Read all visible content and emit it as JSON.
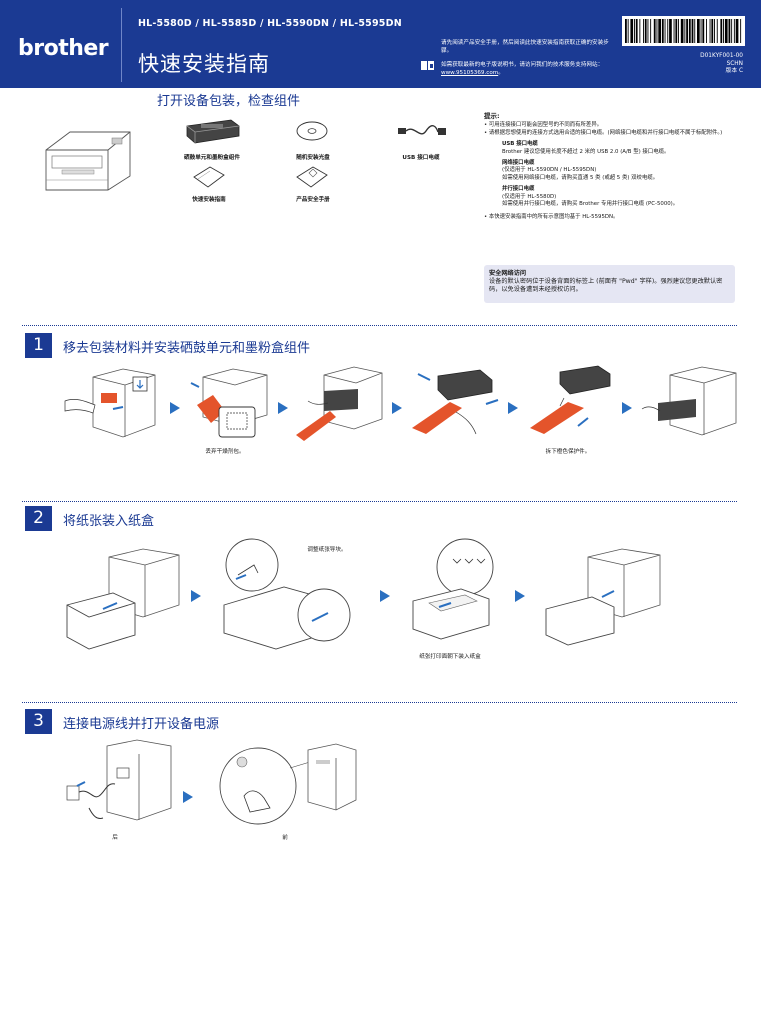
{
  "header": {
    "logo": "brother",
    "models": "HL-5580D / HL-5585D / HL-5590DN / HL-5595DN",
    "title": "快速安装指南",
    "note_safety": "请先阅读产品安全手册，然后阅读此快速安装指南获取正确的安装步骤。",
    "note_online_prefix": "如需获取最新的电子版说明书，请访问我们的技术服务支持网站：",
    "note_online_url": "www.95105369.com",
    "note_online_suffix": "。",
    "doc_code": "D01KYF001-00",
    "doc_lang": "SCHN",
    "doc_version": "版本 C",
    "book_icon": "book-icon"
  },
  "unpack": {
    "title": "打开设备包装，检查组件",
    "components": [
      {
        "label": "硒鼓单元和墨粉盒组件",
        "icon": "drum-toner-icon"
      },
      {
        "label": "随机安装光盘",
        "icon": "cd-icon"
      },
      {
        "label": "USB 接口电缆",
        "icon": "usb-cable-icon"
      },
      {
        "label": "快速安装指南",
        "icon": "guide-icon"
      },
      {
        "label": "产品安全手册",
        "icon": "safety-manual-icon"
      }
    ],
    "tips": {
      "title": "提示:",
      "line1": "• 可用连接接口可能会因型号的不同而有所差异。",
      "line2": "• 请根据您想使用的连接方式选用合适的接口电缆。(网络接口电缆和并行接口电缆不属于标配附件。)",
      "usb_title": "USB 接口电缆",
      "usb_text": "Brother 建议您使用长度不超过 2 米的 USB 2.0 (A/B 型) 接口电缆。",
      "net_title": "网络接口电缆",
      "net_text1": "(仅适用于 HL-5590DN / HL-5595DN)",
      "net_text2": "如需使用网络接口电缆，请购买直通 5 类 (或超 5 类) 双绞电缆。",
      "par_title": "并行接口电缆",
      "par_text1": "(仅适用于 HL-5580D)",
      "par_text2": "如需使用并行接口电缆，请购买 Brother 专用并行接口电缆 (PC-5000)。",
      "line3": "• 本快速安装指南中的所有示意图均基于 HL-5595DN。"
    },
    "security": {
      "title": "安全网络访问",
      "text": "设备的默认密码位于设备背面的标签上 (前面有 \"Pwd\" 字样)。强烈建议您更改默认密码，以免设备遭到未经授权访问。"
    }
  },
  "steps": [
    {
      "number": "1",
      "title": "移去包装材料并安装硒鼓单元和墨粉盒组件",
      "captions": [
        "丢弃干燥剂包。",
        "拆下橙色保护件。"
      ]
    },
    {
      "number": "2",
      "title": "将纸张装入纸盒",
      "captions": [
        "调整纸张导块。",
        "纸张打印面朝下装入纸盒"
      ]
    },
    {
      "number": "3",
      "title": "连接电源线并打开设备电源",
      "captions": [
        "后",
        "前"
      ]
    }
  ],
  "colors": {
    "brand_blue": "#1b3a93",
    "accent_orange": "#e4542b",
    "arrow_blue": "#2a6fc0"
  }
}
